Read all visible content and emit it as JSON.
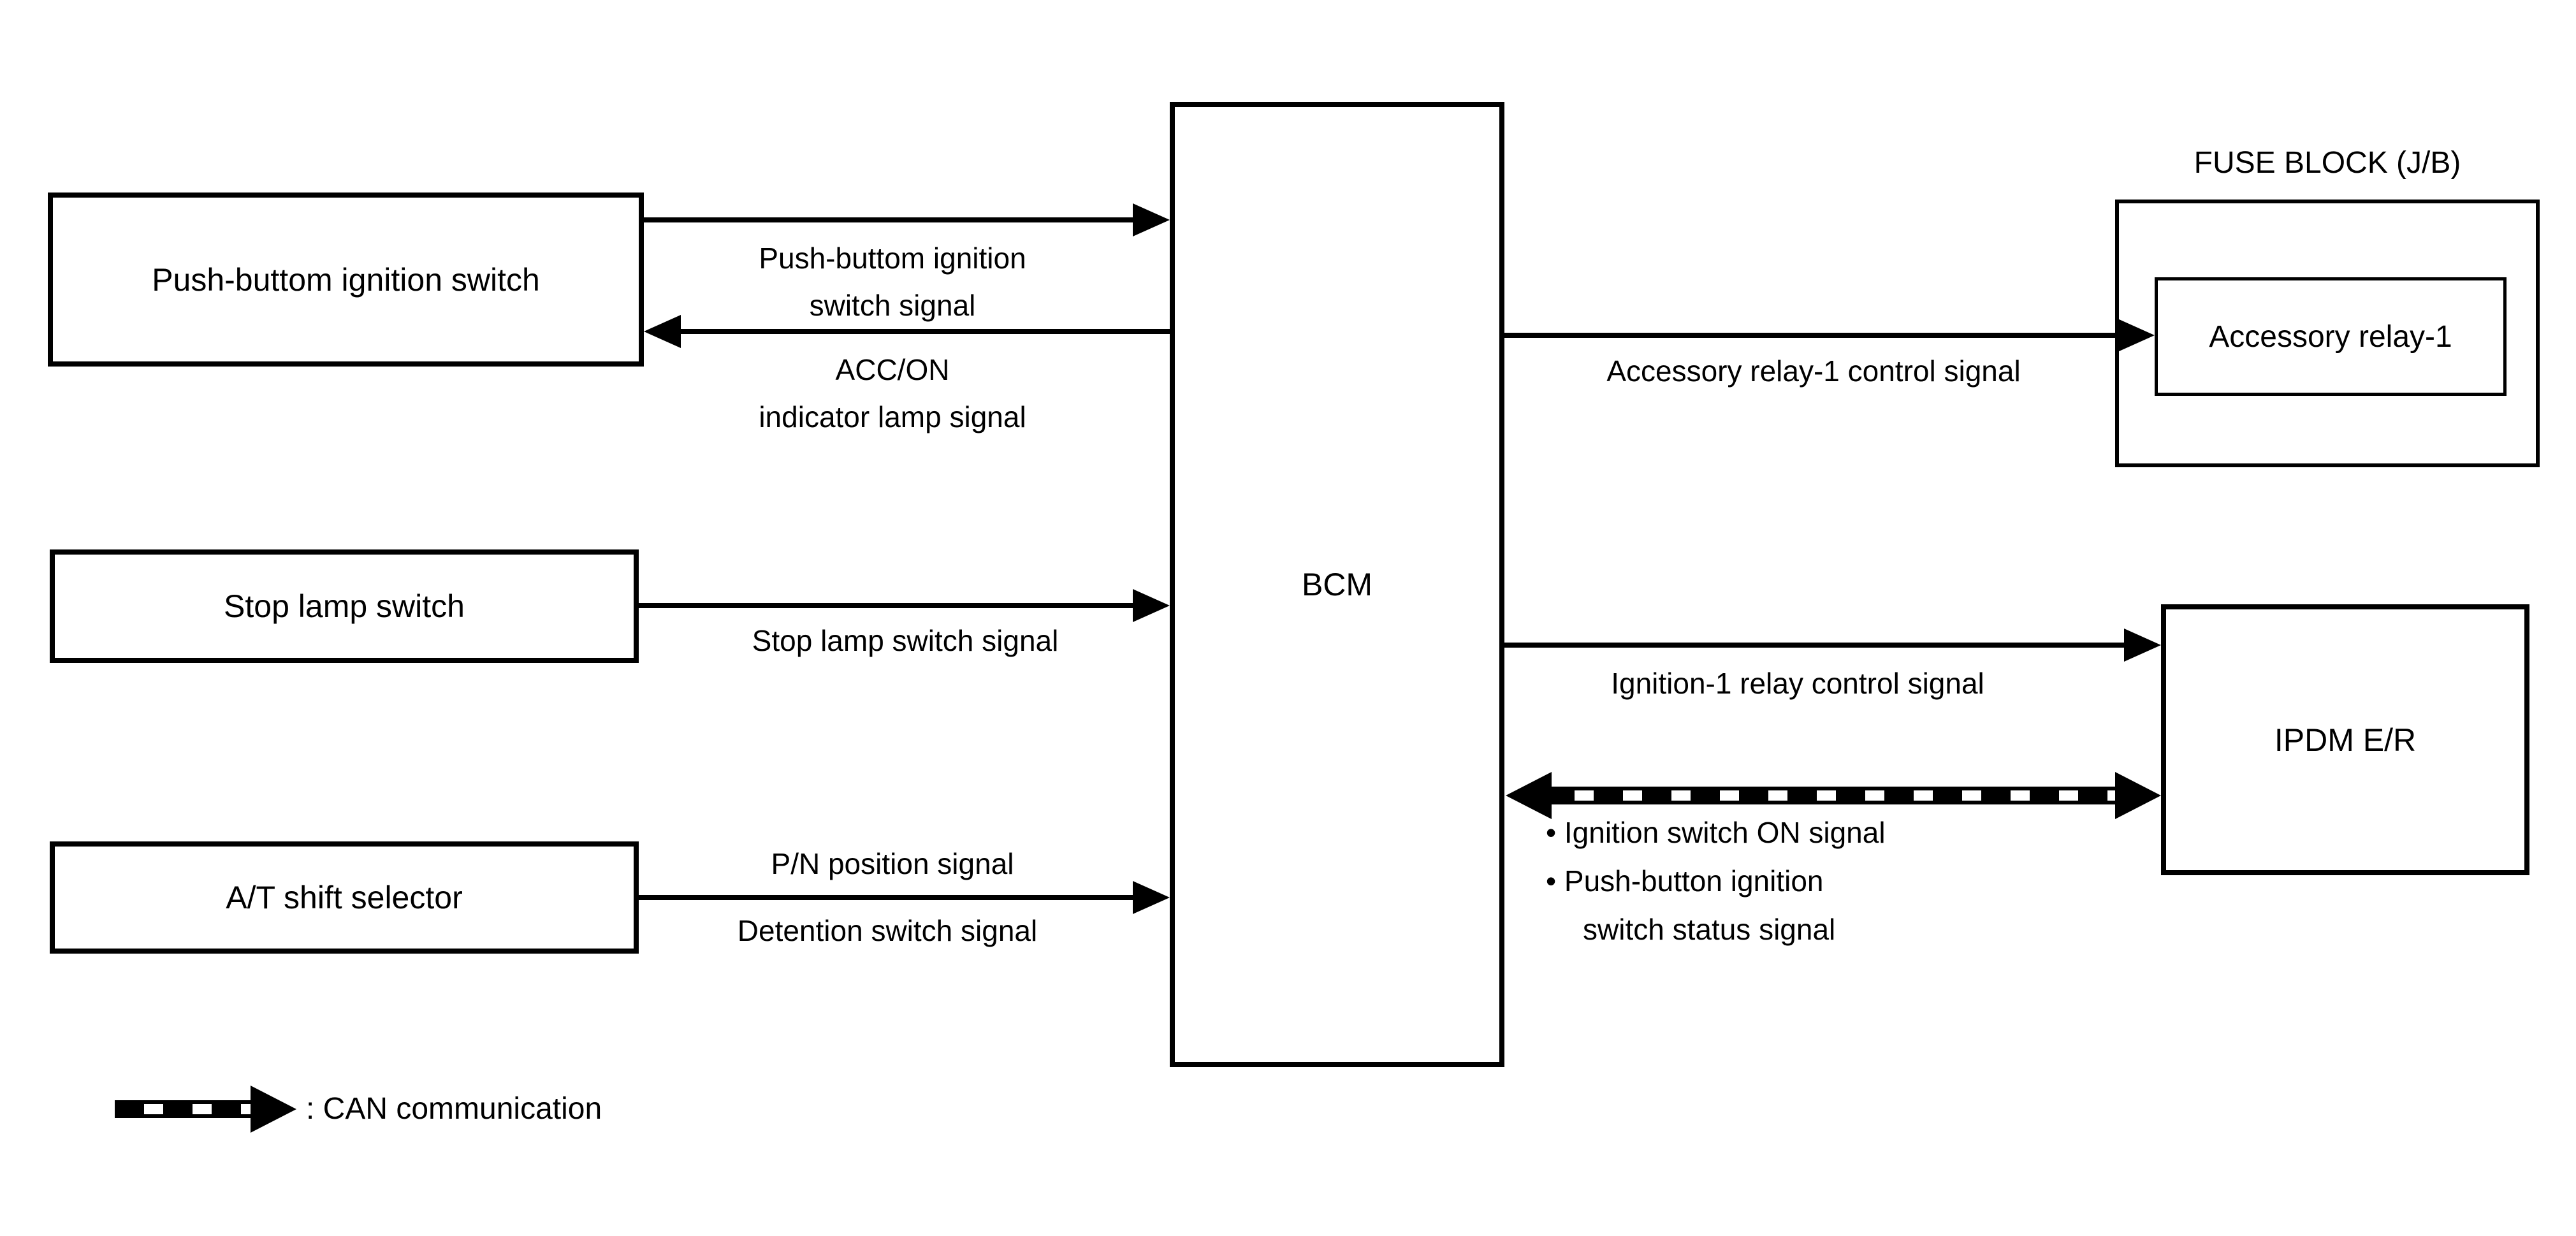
{
  "nodes": {
    "push_button_switch": "Push-buttom ignition switch",
    "stop_lamp_switch": "Stop lamp switch",
    "at_shift_selector": "A/T shift selector",
    "bcm": "BCM",
    "fuse_block_title": "FUSE BLOCK (J/B)",
    "accessory_relay": "Accessory relay-1",
    "ipdm": "IPDM E/R"
  },
  "signals": {
    "push_button_line1": "Push-buttom ignition",
    "push_button_line2": "switch signal",
    "acc_on_line1": "ACC/ON",
    "acc_on_line2": "indicator lamp signal",
    "stop_lamp": "Stop lamp switch signal",
    "pn_position": "P/N position signal",
    "detention": "Detention switch signal",
    "accessory_relay_control": "Accessory relay-1 control signal",
    "ignition1_relay_control": "Ignition-1 relay control signal"
  },
  "can_notes": [
    "• Ignition switch ON signal",
    "• Push-button ignition",
    "switch status signal"
  ],
  "legend": {
    "label": ": CAN communication"
  },
  "colors": {
    "line": "#000000",
    "background": "#ffffff",
    "text": "#000000"
  }
}
